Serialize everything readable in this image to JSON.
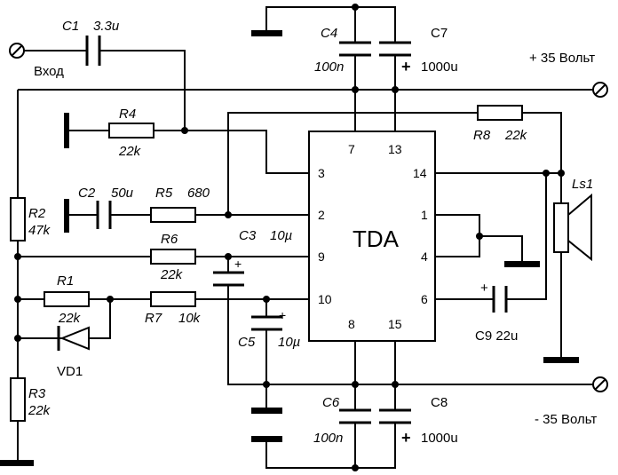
{
  "ic": {
    "name": "TDA",
    "pins": {
      "p1": "1",
      "p2": "2",
      "p3": "3",
      "p4": "4",
      "p6": "6",
      "p7": "7",
      "p8": "8",
      "p9": "9",
      "p10": "10",
      "p13": "13",
      "p14": "14",
      "p15": "15"
    }
  },
  "labels": {
    "c1": "C1",
    "c1_value": "3.3u",
    "input": "Вход",
    "c4": "C4",
    "c4_value": "100n",
    "c7": "C7",
    "c7_plus": "+",
    "c7_value": "1000u",
    "supply_pos": "+ 35 Вольт",
    "r4": "R4",
    "r4_value": "22k",
    "r8": "R8",
    "r8_value": "22k",
    "ls1": "Ls1",
    "c2": "C2",
    "c2_value": "50u",
    "r5": "R5",
    "r5_value": "680",
    "r2": "R2",
    "r2_value": "47k",
    "c3": "C3",
    "c3_value": "10µ",
    "c3_plus": "+",
    "r6": "R6",
    "r6_value": "22k",
    "r1": "R1",
    "r1_value": "22k",
    "r7": "R7",
    "r7_value": "10k",
    "c5": "C5",
    "c5_value": "10µ",
    "c5_plus": "+",
    "c9_plus": "+",
    "c9": "C9 22u",
    "vd1": "VD1",
    "r3": "R3",
    "r3_value": "22k",
    "c6": "C6",
    "c6_value": "100n",
    "c8": "C8",
    "c8_plus": "+",
    "c8_value": "1000u",
    "supply_neg": "- 35 Вольт"
  }
}
